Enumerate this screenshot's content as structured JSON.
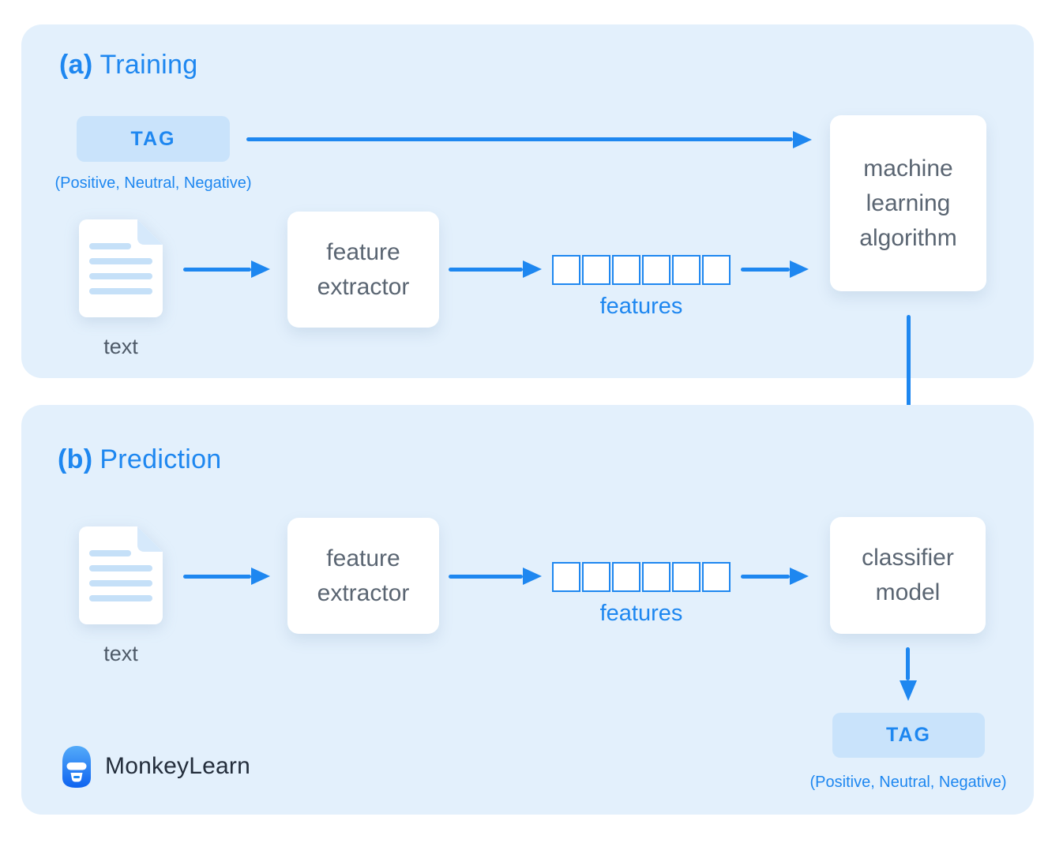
{
  "colors": {
    "accent": "#1E87F0",
    "panel-bg": "#E3F0FC",
    "tag-bg": "#C9E3FB",
    "box-text": "#5A6572",
    "label-text": "#4E5A68",
    "doc-line": "#C5E0F8",
    "doc-fold": "#D6E9FB",
    "brand-text": "#232D3B"
  },
  "training": {
    "title_prefix": "(a)",
    "title": "Training",
    "tag_label": "TAG",
    "tag_values": "(Positive, Neutral, Negative)",
    "text_label": "text",
    "extractor_label": "feature extractor",
    "features_label": "features",
    "features_cells": 6,
    "algorithm_label": "machine learning algorithm"
  },
  "prediction": {
    "title_prefix": "(b)",
    "title": "Prediction",
    "text_label": "text",
    "extractor_label": "feature extractor",
    "features_label": "features",
    "features_cells": 6,
    "model_label": "classifier model",
    "tag_label": "TAG",
    "tag_values": "(Positive, Neutral, Negative)"
  },
  "footer": {
    "brand": "MonkeyLearn"
  }
}
